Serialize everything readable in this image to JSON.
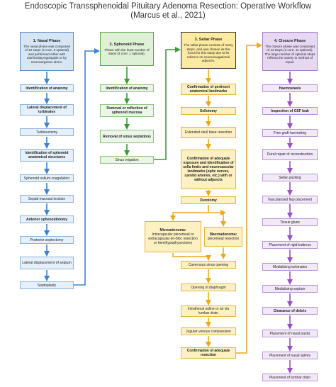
{
  "title": "Endoscopic Transsphenoidal Pituitary Adenoma Resection: Operative Workflow",
  "subtitle": "(Marcus et al., 2021)",
  "nasal": {
    "header": "1. Nasal Phase",
    "desc": "The nasal phase was composed of 10 steps (4 core, 6 optional) and performed either with otorhinolaryngologists or by neurosurgeons alone.",
    "steps": [
      "Identification of anatomy",
      "Lateral displacement of turbinates",
      "Turbinectomy",
      "Identification of sphenoid anatomical structures",
      "Sphenoid ostium coagulation",
      "Septal mucosal incision",
      "Anterior sphenoidotomy",
      "Posterior septectomy",
      "Lateral displacement of septum",
      "Septoplasty"
    ]
  },
  "sphenoid": {
    "header": "2. Sphenoid Phase",
    "desc": "Phase with the least number of steps (3 core, 1 optional).",
    "steps": [
      "Identification of anatomy",
      "Removal or reflection of sphenoid mucosa",
      "Removal of sinus septations",
      "Sinus irrigation"
    ]
  },
  "sellar": {
    "header": "3. Sellar Phase",
    "desc": "The sellar phase consists of many steps, and was chosen as the focus for this study due to its reliance on neuronavigational adjuncts.",
    "steps": [
      "Confirmation of pertinent anatomical landmarks",
      "Sellotomy",
      "Extended skull base resection",
      "Confirmation of adequate exposure and identification of sella limits and neurovascular landmarks (optic nerves, carotid arteries, etc.) with or without adjuncts",
      "Durotomy"
    ],
    "micro_title": "Microadenoma:",
    "micro_text": "Intracapsular piecemeal or extracapsular en-bloc resection or hemihypophysectomy",
    "macro_title": "Macroadenoma:",
    "macro_text": "piecemeal resection",
    "after": [
      "Cavernous sinus opening",
      "Opening of diaphragm",
      "Intrathecal saline or air via lumbar drain",
      "Jugular venous compression",
      "Confirmation of adequate resection"
    ]
  },
  "closure": {
    "header": "4. Closure Phase",
    "desc": "The closure phase was composed of 14 steps (3 core, 11 optional). The large number of optional steps reflects the variety in method of repair.",
    "steps": [
      "Haemostasis",
      "Inspection of CSF leak",
      "Free graft harvesting",
      "Dural repair of reconstruction",
      "Sellar packing",
      "Vascularised flap placement",
      "Tissue glues",
      "Placement of rigid buttress",
      "Medialising turbinates",
      "Medialising septum",
      "Clearance of debris",
      "Placement of nasal packs",
      "Placement of nasal splints",
      "Placement of lumbar drain"
    ]
  },
  "colors": {
    "blue": "#3b82d6",
    "green": "#3a9a3a",
    "yellow": "#e9a91b",
    "purple": "#9a4fc7"
  }
}
